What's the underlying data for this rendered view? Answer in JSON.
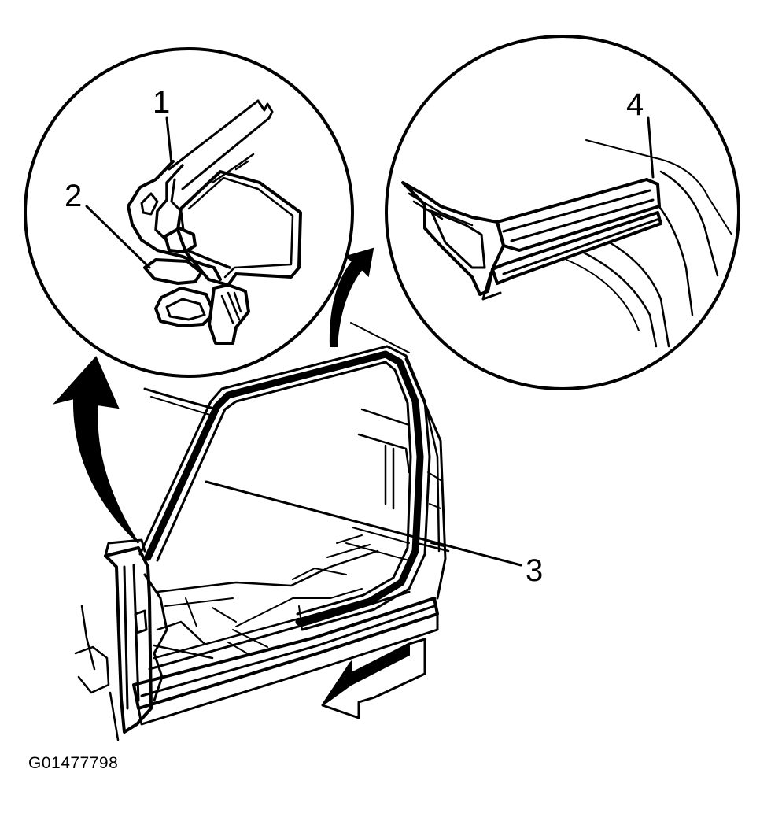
{
  "callouts": [
    {
      "id": "1",
      "label": "1"
    },
    {
      "id": "2",
      "label": "2"
    },
    {
      "id": "3",
      "label": "3"
    },
    {
      "id": "4",
      "label": "4"
    }
  ],
  "figure_id": "G01477798",
  "colors": {
    "ink": "#000000",
    "paper": "#ffffff"
  }
}
